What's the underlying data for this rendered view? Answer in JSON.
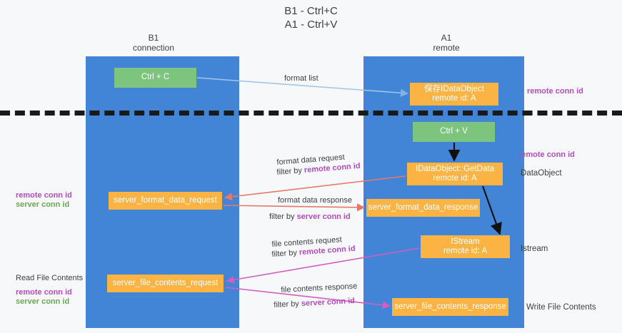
{
  "title": "B1 - Ctrl+C\nA1 - Ctrl+V",
  "columns": {
    "left": "B1\nconnection",
    "right": "A1\nremote"
  },
  "boxes": {
    "ctrl_c": "Ctrl + C",
    "ctrl_v": "Ctrl + V",
    "idataobject": "保存IDataObject\nremote id: A",
    "getdata": "IDataObject::GetData\nremote id: A",
    "istream": "IStream\nremote id: A",
    "server_format_data_request": "server_format_data_request",
    "server_format_data_response": "server_format_data_response",
    "server_file_contents_request": "server_file_contents_request",
    "server_file_contents_response": "server_file_contents_response"
  },
  "annotations": {
    "remote_conn_id_top": "remote conn id",
    "remote_conn_id_mid": "remote conn id",
    "left_mid_remote": "remote conn id",
    "left_mid_server": "server conn id",
    "read_file_contents": "Read File Contents",
    "left_bot_remote": "remote conn id",
    "left_bot_server": "server conn id",
    "dataobject": "DataObject",
    "istream": "Istream",
    "write_file_contents": "Write File Contents"
  },
  "edge_labels": {
    "format_list": "format list",
    "format_data_request": "format data request",
    "format_data_request_filter_prefix": "filter by ",
    "format_data_request_filter_key": "remote conn id",
    "format_data_response": "format data response",
    "format_data_response_filter_prefix": "filter by ",
    "format_data_response_filter_key": "server conn id",
    "file_contents_request": "file contents request",
    "file_contents_request_filter_prefix": "filter by ",
    "file_contents_request_filter_key": "remote conn id",
    "file_contents_response": "file contents response",
    "file_contents_response_filter_prefix": "filter by ",
    "file_contents_response_filter_key": "server conn id"
  },
  "colors": {
    "lane": "#4285d6",
    "green_box": "#7dc57f",
    "orange_box": "#fbb344",
    "purple_text": "#b24bbf",
    "green_text": "#6aa84f",
    "arrow_blue": "#9fc5e8",
    "arrow_red": "#e8776b",
    "arrow_magenta": "#cf5fc0",
    "arrow_black": "#111111",
    "background": "#f7f8fa"
  }
}
